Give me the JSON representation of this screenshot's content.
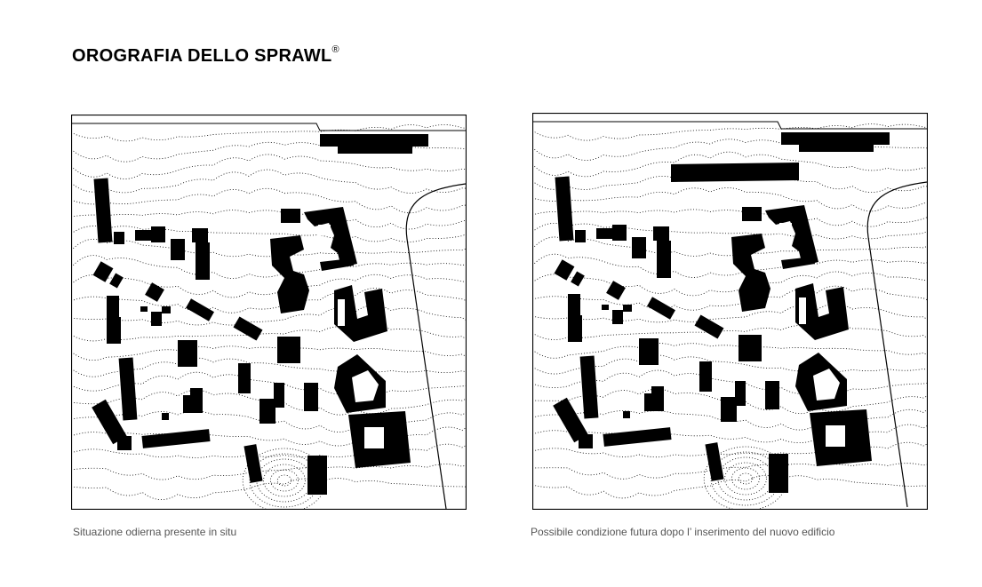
{
  "page": {
    "title": "OROGRAFIA DELLO SPRAWL",
    "title_mark": "®"
  },
  "maps": [
    {
      "id": "left",
      "caption": "Situazione odierna presente in situ",
      "new_building": false
    },
    {
      "id": "right",
      "caption": "Possibile condizione futura dopo l’ inserimento del nuovo edificio",
      "new_building": true
    }
  ],
  "colors": {
    "ink": "#000000",
    "background": "#ffffff",
    "caption": "#555555"
  }
}
